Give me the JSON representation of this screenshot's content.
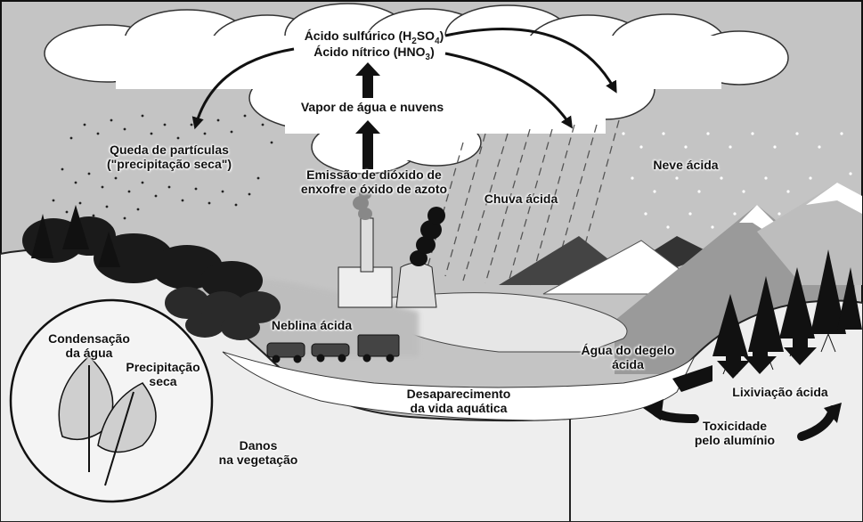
{
  "diagram": {
    "labels": {
      "sulfuric_acid_name": "Ácido sulfúrico",
      "sulfuric_acid_formula_open": "(H",
      "sulfuric_acid_formula_sub1": "2",
      "sulfuric_acid_formula_mid": "SO",
      "sulfuric_acid_formula_sub2": "4",
      "sulfuric_acid_formula_close": ")",
      "nitric_acid_name": "Ácido nítrico",
      "nitric_acid_formula_open": "(HNO",
      "nitric_acid_formula_sub": "3",
      "nitric_acid_formula_close": ")",
      "vapor_clouds": "Vapor de água e nuvens",
      "dry_deposition_line1": "Queda de partículas",
      "dry_deposition_line2": "(\"precipitação seca\")",
      "emission_line1": "Emissão de dióxido de",
      "emission_line2": "enxofre e óxido de azoto",
      "acid_rain": "Chuva ácida",
      "acid_snow": "Neve ácida",
      "acid_fog": "Neblina ácida",
      "meltwater_line1": "Água do degelo",
      "meltwater_line2": "ácida",
      "leaching": "Lixiviação ácida",
      "aluminum_line1": "Toxicidade",
      "aluminum_line2": "pelo alumínio",
      "aquatic_line1": "Desaparecimento",
      "aquatic_line2": "da vida aquática",
      "condensation_line1": "Condensação",
      "condensation_line2": "da água",
      "precip_line1": "Precipitação",
      "precip_line2": "seca",
      "vegetation_line1": "Danos",
      "vegetation_line2": "na vegetação"
    }
  }
}
